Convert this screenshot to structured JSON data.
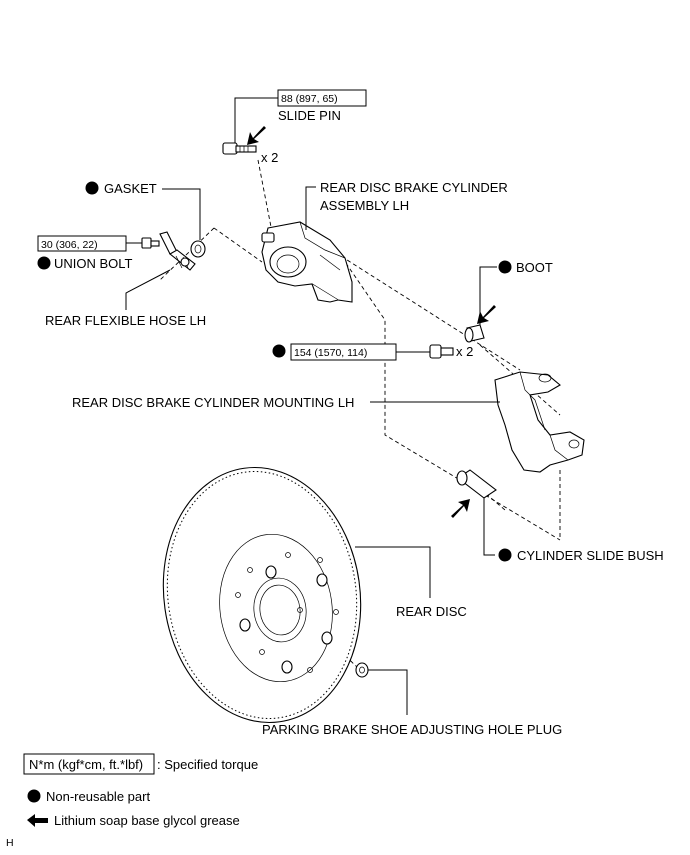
{
  "labels": {
    "slide_pin": "SLIDE PIN",
    "gasket": "GASKET",
    "rear_disc_brake_cylinder_line1": "REAR DISC BRAKE CYLINDER",
    "rear_disc_brake_cylinder_line2": "ASSEMBLY LH",
    "union_bolt": "UNION BOLT",
    "rear_flexible_hose": "REAR FLEXIBLE HOSE LH",
    "boot": "BOOT",
    "mounting": "REAR DISC BRAKE CYLINDER MOUNTING LH",
    "cylinder_slide_bush": "CYLINDER SLIDE BUSH",
    "rear_disc": "REAR DISC",
    "parking_plug": "PARKING BRAKE SHOE ADJUSTING HOLE PLUG"
  },
  "torques": {
    "slide_pin": "88 (897, 65)",
    "union_bolt": "30 (306, 22)",
    "mounting_bolt": "154 (1570, 114)"
  },
  "quantities": {
    "slide_pin": "x 2",
    "mounting_bolt": "x 2"
  },
  "legend": {
    "torque_box": "N*m (kgf*cm, ft.*lbf)",
    "torque_desc": ": Specified torque",
    "nonreusable": "Non-reusable part",
    "grease": "Lithium soap base glycol grease"
  },
  "footer": {
    "code": "H"
  },
  "icons": {
    "nonreusable_symbol": "filled-circle-icon",
    "grease_symbol": "arrow-icon"
  }
}
